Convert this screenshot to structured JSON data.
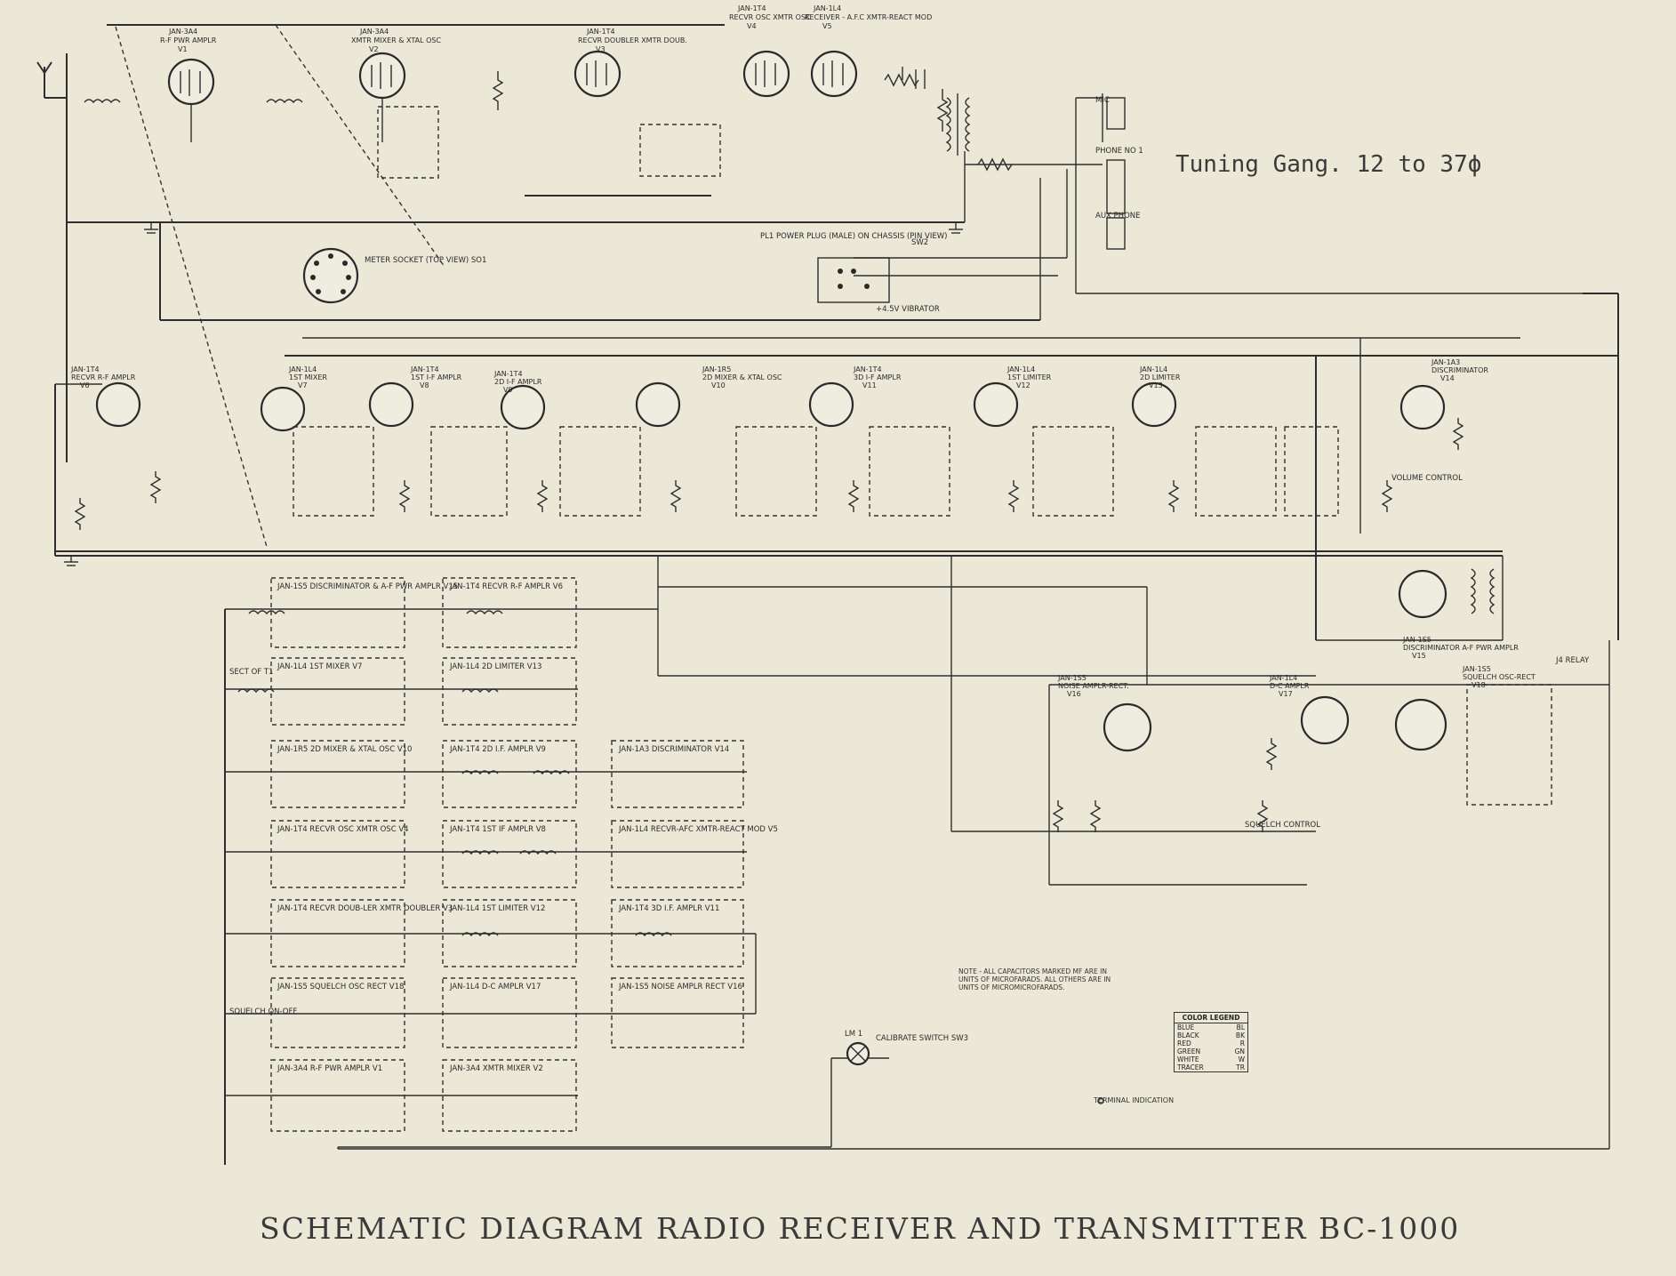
{
  "title": "SCHEMATIC DIAGRAM RADIO RECEIVER AND TRANSMITTER BC-1000",
  "handwritten_note": "Tuning Gang. 12 to 37ϕ",
  "note": "NOTE - ALL CAPACITORS MARKED MF ARE IN UNITS OF MICROFARADS. ALL OTHERS ARE IN UNITS OF MICROMICROFARADS.",
  "terminal_indication": "TERMINAL INDICATION",
  "color_legend": {
    "heading": "COLOR LEGEND",
    "rows": [
      {
        "color": "BLUE",
        "abbr": "BL"
      },
      {
        "color": "BLACK",
        "abbr": "BK"
      },
      {
        "color": "RED",
        "abbr": "R"
      },
      {
        "color": "GREEN",
        "abbr": "GN"
      },
      {
        "color": "WHITE",
        "abbr": "W"
      },
      {
        "color": "TRACER",
        "abbr": "TR"
      }
    ]
  },
  "top_tubes": [
    {
      "line1": "JAN-3A4",
      "line2": "R-F PWR AMPLR",
      "ref": "V1"
    },
    {
      "line1": "JAN-3A4",
      "line2": "XMTR MIXER & XTAL OSC",
      "ref": "V2"
    },
    {
      "line1": "JAN-1T4",
      "line2": "RECVR DOUBLER XMTR DOUB.",
      "ref": "V3"
    },
    {
      "line1": "JAN-1T4",
      "line2": "RECVR OSC XMTR OSC",
      "ref": "V4"
    },
    {
      "line1": "JAN-1L4",
      "line2": "RECEIVER - A.F.C XMTR-REACT MOD",
      "ref": "V5"
    }
  ],
  "mid_tubes": [
    {
      "line1": "JAN-1T4",
      "line2": "RECVR R-F AMPLR",
      "ref": "V6"
    },
    {
      "line1": "JAN-1L4",
      "line2": "1ST MIXER",
      "ref": "V7"
    },
    {
      "line1": "JAN-1T4",
      "line2": "1ST I-F AMPLR",
      "ref": "V8"
    },
    {
      "line1": "JAN-1T4",
      "line2": "2D I-F AMPLR",
      "ref": "V9"
    },
    {
      "line1": "JAN-1R5",
      "line2": "2D MIXER & XTAL OSC",
      "ref": "V10"
    },
    {
      "line1": "JAN-1T4",
      "line2": "3D I-F AMPLR",
      "ref": "V11"
    },
    {
      "line1": "JAN-1L4",
      "line2": "1ST LIMITER",
      "ref": "V12"
    },
    {
      "line1": "JAN-1L4",
      "line2": "2D LIMITER",
      "ref": "V13"
    },
    {
      "line1": "JAN-1A3",
      "line2": "DISCRIMINATOR",
      "ref": "V14"
    }
  ],
  "lower_tubes": [
    {
      "line1": "JAN-1S5",
      "line2": "DISCRIMINATOR A-F PWR AMPLR",
      "ref": "V15"
    },
    {
      "line1": "JAN-1S5",
      "line2": "NOISE AMPLR-RECT.",
      "ref": "V16"
    },
    {
      "line1": "JAN-1L4",
      "line2": "D-C AMPLR",
      "ref": "V17"
    },
    {
      "line1": "JAN-1S5",
      "line2": "SQUELCH OSC-RECT",
      "ref": "V18"
    }
  ],
  "filament_boxes": [
    "JAN-1S5 DISCRIMINATOR & A-F PWR AMPLR V15",
    "JAN-1T4 RECVR R-F AMPLR V6",
    "JAN-1L4 1ST MIXER V7",
    "JAN-1L4 2D LIMITER V13",
    "JAN-1R5 2D MIXER & XTAL OSC V10",
    "JAN-1T4 2D I.F. AMPLR V9",
    "JAN-1A3 DISCRIMINATOR V14",
    "JAN-1T4 RECVR OSC XMTR OSC V4",
    "JAN-1T4 1ST IF AMPLR V8",
    "JAN-1L4 RECVR-AFC XMTR-REACT MOD V5",
    "JAN-1T4 RECVR DOUB-LER XMTR DOUBLER V3",
    "JAN-1L4 1ST LIMITER V12",
    "JAN-1T4 3D I.F. AMPLR V11",
    "JAN-1S5 SQUELCH OSC RECT V18",
    "JAN-1L4 D-C AMPLR V17",
    "JAN-1S5 NOISE AMPLR RECT V16",
    "JAN-3A4 R-F PWR AMPLR V1",
    "JAN-3A4 XMTR MIXER V2"
  ],
  "misc_labels": {
    "meter_socket": "METER SOCKET (TOP VIEW) SO1",
    "power_plug": "PL1 POWER PLUG (MALE) ON CHASSIS (PIN VIEW)",
    "calibrate_switch": "CALIBRATE SWITCH SW3",
    "lamp": "LM 1",
    "squelch": "SQUELCH CONTROL",
    "volume": "VOLUME CONTROL",
    "vibrator": "+4.5V VIBRATOR",
    "relay": "J4 RELAY",
    "phone_no1": "PHONE NO 1",
    "aux_phone": "AUX PHONE",
    "mic": "MIC",
    "sect_t1": "SECT OF T1",
    "squelch_sw": "SQUELCH ON-OFF",
    "sw2": "SW2"
  }
}
